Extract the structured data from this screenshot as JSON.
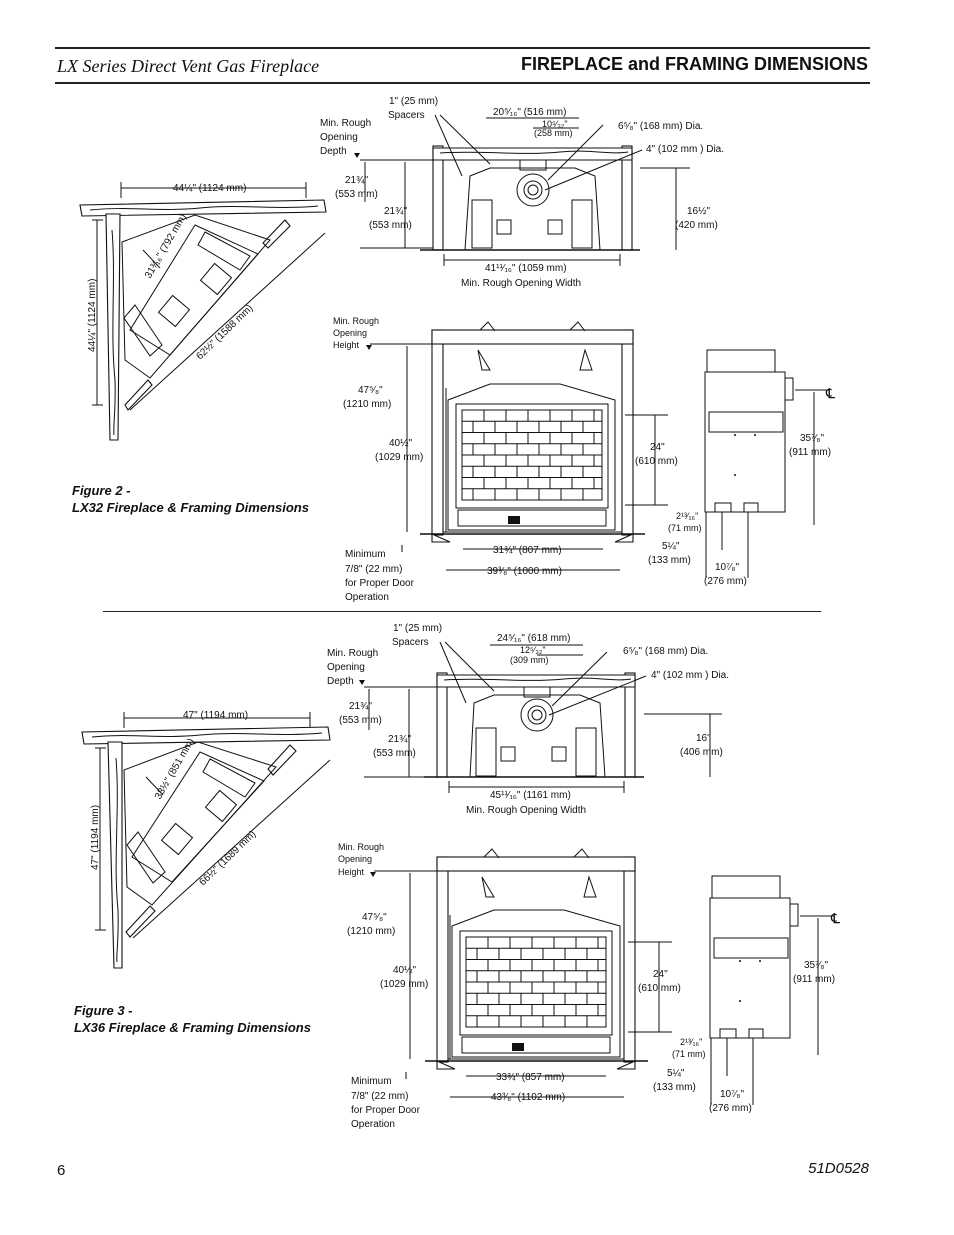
{
  "header": {
    "left_title": "LX Series Direct Vent Gas Fireplace",
    "right_title": "FIREPLACE and FRAMING DIMENSIONS"
  },
  "footer": {
    "page_number": "6",
    "doc_id": "51D0528"
  },
  "figure2": {
    "caption_line1": "Figure 2 -",
    "caption_line2": "LX32 Fireplace & Framing Dimensions",
    "corner": {
      "top_width": "44¼\" (1124 mm)",
      "side_height": "44¼\" (1124 mm)",
      "diag_depth": "31³⁄₁₆\" (792 mm)",
      "diag_face": "62½\" (1588 mm)"
    },
    "top_view": {
      "spacers_line1": "1\" (25 mm)",
      "spacers_line2": "Spacers",
      "min_rough_1": "Min. Rough",
      "min_rough_2": "Opening",
      "min_rough_3": "Depth",
      "top_width": "20⁵⁄₁₆\" (516 mm)",
      "center_a": "10⁵⁄₃₂\"",
      "center_b": "(258 mm)",
      "outer_dia": "6⁵⁄₈\" (168 mm) Dia.",
      "inner_dia": "4\" (102 mm ) Dia.",
      "depth_a1": "21¾\"",
      "depth_a2": "(553 mm)",
      "depth_b1": "21¾\"",
      "depth_b2": "(553 mm)",
      "right_1": "16½\"",
      "right_2": "(420 mm)",
      "width_1": "41¹¹⁄₁₆\" (1059 mm)",
      "width_2": "Min. Rough Opening Width"
    },
    "front_view": {
      "mroh_1": "Min. Rough",
      "mroh_2": "Opening",
      "mroh_3": "Height",
      "h1_a": "47⁵⁄₈\"",
      "h1_b": "(1210 mm)",
      "h2_a": "40½\"",
      "h2_b": "(1029 mm)",
      "h3_a": "24\"",
      "h3_b": "(610 mm)",
      "min_1": "Minimum",
      "min_2": "7/8\" (22 mm)",
      "min_3": "for Proper Door",
      "min_4": "Operation",
      "w1": "31¾\" (807 mm)",
      "w2": "39³⁄₈\" (1000 mm)"
    },
    "side_view": {
      "cl": "℄",
      "h_a": "35⁷⁄₈\"",
      "h_b": "(911 mm)",
      "s1_a": "2¹³⁄₁₆\"",
      "s1_b": "(71 mm)",
      "s2_a": "5¼\"",
      "s2_b": "(133 mm)",
      "s3_a": "10⁷⁄₈\"",
      "s3_b": "(276 mm)"
    }
  },
  "figure3": {
    "caption_line1": "Figure 3 -",
    "caption_line2": "LX36 Fireplace & Framing Dimensions",
    "corner": {
      "top_width": "47\" (1194 mm)",
      "side_height": "47\" (1194 mm)",
      "diag_depth": "33½\" (851 mm)",
      "diag_face": "66½\" (1689 mm)"
    },
    "top_view": {
      "spacers_line1": "1\" (25 mm)",
      "spacers_line2": "Spacers",
      "min_rough_1": "Min. Rough",
      "min_rough_2": "Opening",
      "min_rough_3": "Depth",
      "top_width": "24⁵⁄₁₆\" (618 mm)",
      "center_a": "12⁵⁄₃₂\"",
      "center_b": "(309 mm)",
      "outer_dia": "6⁵⁄₈\" (168 mm) Dia.",
      "inner_dia": "4\" (102 mm ) Dia.",
      "depth_a1": "21¾\"",
      "depth_a2": "(553 mm)",
      "depth_b1": "21¾\"",
      "depth_b2": "(553 mm)",
      "right_1": "16\"",
      "right_2": "(406 mm)",
      "width_1": "45¹¹⁄₁₆\" (1161 mm)",
      "width_2": "Min. Rough Opening Width"
    },
    "front_view": {
      "mroh_1": "Min. Rough",
      "mroh_2": "Opening",
      "mroh_3": "Height",
      "h1_a": "47⁵⁄₈\"",
      "h1_b": "(1210 mm)",
      "h2_a": "40½\"",
      "h2_b": "(1029 mm)",
      "h3_a": "24\"",
      "h3_b": "(610 mm)",
      "min_1": "Minimum",
      "min_2": "7/8\" (22 mm)",
      "min_3": "for Proper Door",
      "min_4": "Operation",
      "w1": "33¾\" (857 mm)",
      "w2": "43³⁄₈\" (1102 mm)"
    },
    "side_view": {
      "cl": "℄",
      "h_a": "35⁷⁄₈\"",
      "h_b": "(911 mm)",
      "s1_a": "2¹³⁄₁₆\"",
      "s1_b": "(71 mm)",
      "s2_a": "5¼\"",
      "s2_b": "(133 mm)",
      "s3_a": "10⁷⁄₈\"",
      "s3_b": "(276 mm)"
    }
  }
}
